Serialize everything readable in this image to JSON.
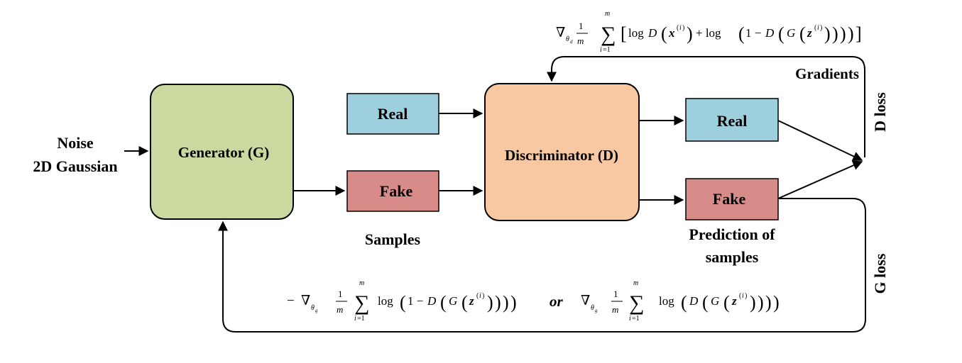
{
  "input": {
    "line1": "Noise",
    "line2": "2D Gaussian"
  },
  "generator": {
    "label": "Generator (G)",
    "color": "#c9d9a0"
  },
  "samples": {
    "real_label": "Real",
    "fake_label": "Fake",
    "caption": "Samples",
    "real_color": "#9dd0dc",
    "fake_color": "#d88c89"
  },
  "discriminator": {
    "label": "Discriminator (D)",
    "color": "#f7c8a2"
  },
  "predictions": {
    "real_label": "Real",
    "fake_label": "Fake",
    "caption_line1": "Prediction of",
    "caption_line2": "samples"
  },
  "feedback": {
    "gradients_label": "Gradients",
    "d_loss_label": "D loss",
    "g_loss_label": "G loss",
    "or_label": "or"
  },
  "formulas": {
    "d_update": "∇θd (1/m) Σi=1..m [log D(x(i)) + log(1 − D(G(z(i))))]",
    "g_update": "− ∇θg (1/m) Σi=1..m log(1 − D(G(z(i)))) or ∇θg (1/m) Σi=1..m log(D(G(z(i))))"
  }
}
